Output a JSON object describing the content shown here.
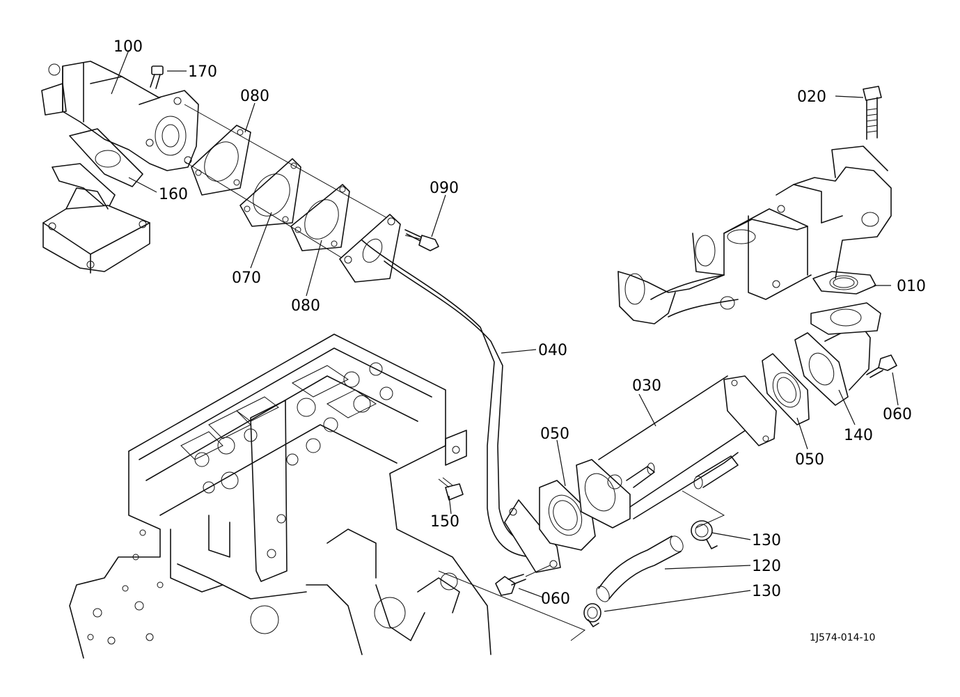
{
  "labels": {
    "p010": "010",
    "p020": "020",
    "p030": "030",
    "p040": "040",
    "p050a": "050",
    "p050b": "050",
    "p060a": "060",
    "p060b": "060",
    "p070": "070",
    "p080a": "080",
    "p080b": "080",
    "p090": "090",
    "p100": "100",
    "p120": "120",
    "p130a": "130",
    "p130b": "130",
    "p140": "140",
    "p150": "150",
    "p160": "160",
    "p170": "170"
  },
  "drawing_code": "1J574-014-10"
}
